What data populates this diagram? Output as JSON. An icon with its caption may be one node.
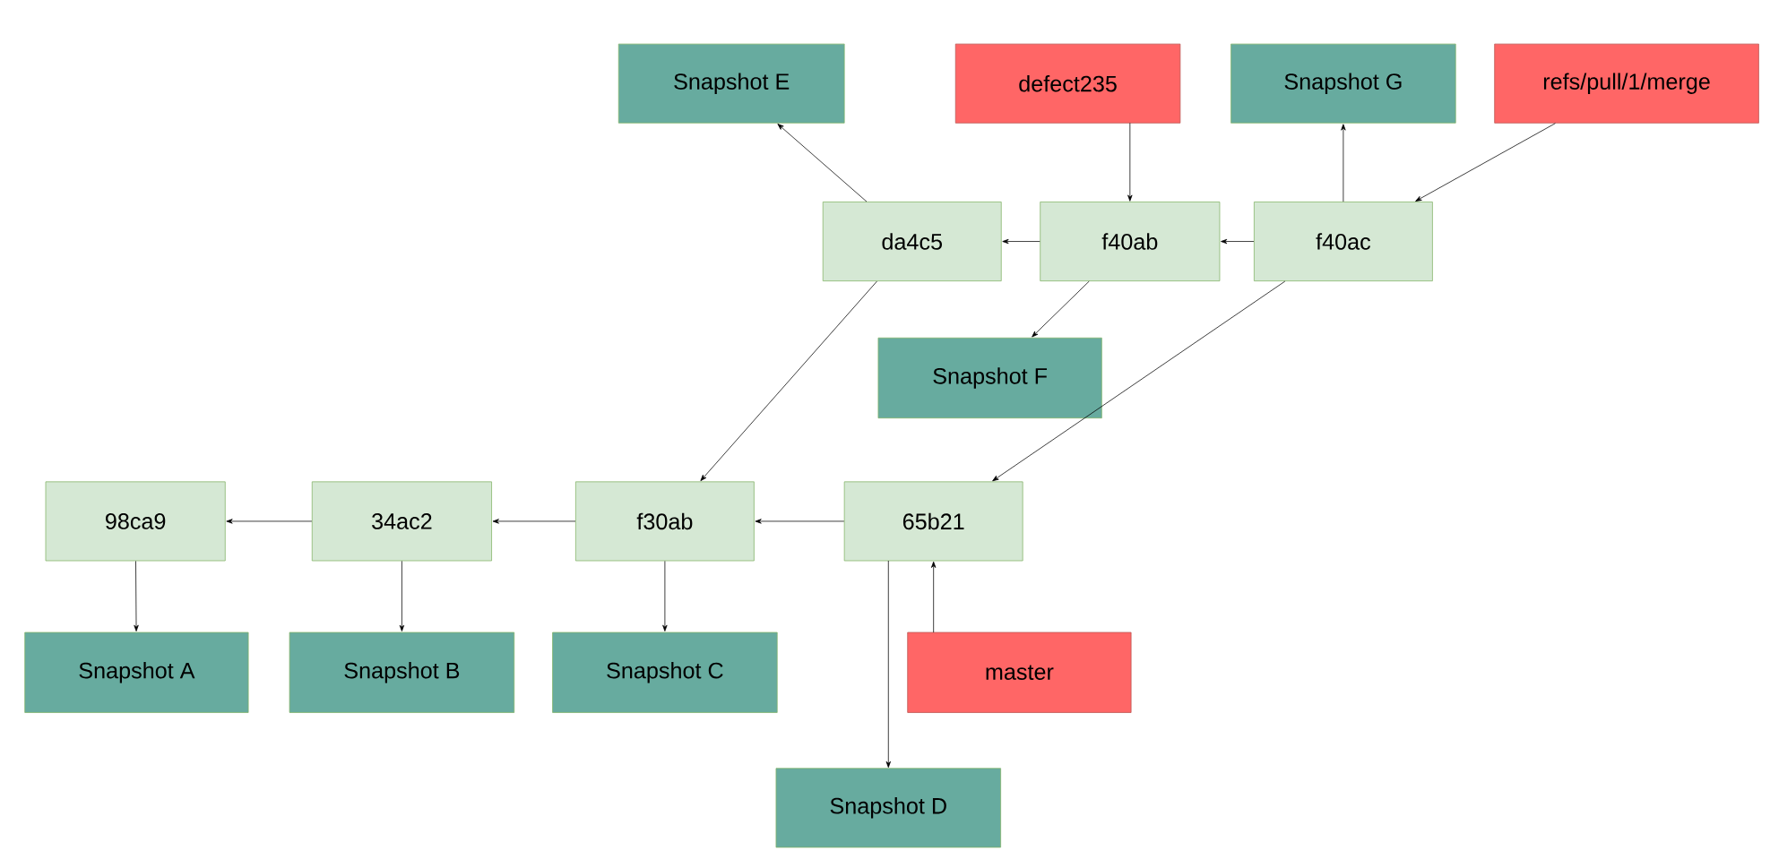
{
  "diagram": {
    "nodes": [
      {
        "text": [
          "Snapshot E"
        ]
      },
      {
        "text": [
          "defect235"
        ]
      },
      {
        "text": [
          "Snapshot G"
        ]
      },
      {
        "text": [
          "refs/pull/1/merge"
        ]
      },
      {
        "text": [
          "da4c5"
        ]
      },
      {
        "text": [
          "f40ab"
        ]
      },
      {
        "text": [
          "f40ac"
        ]
      },
      {
        "text": [
          "Snapshot F"
        ]
      },
      {
        "text": [
          "98ca9"
        ]
      },
      {
        "text": [
          "34ac2"
        ]
      },
      {
        "text": [
          "f30ab"
        ]
      },
      {
        "text": [
          "65b21"
        ]
      },
      {
        "text": [
          "Snapshot A"
        ]
      },
      {
        "text": [
          "Snapshot B"
        ]
      },
      {
        "text": [
          "Snapshot C"
        ]
      },
      {
        "text": [
          "master"
        ]
      },
      {
        "text": [
          "Snapshot D"
        ]
      }
    ],
    "edges": [
      {
        "from": 4,
        "to": 0,
        "arrow": "to"
      },
      {
        "from": 1,
        "to": 5,
        "arrow": "to"
      },
      {
        "from": 6,
        "to": 2,
        "arrow": "to"
      },
      {
        "from": 3,
        "to": 6,
        "arrow": "to"
      },
      {
        "from": 5,
        "to": 4,
        "arrow": "to"
      },
      {
        "from": 6,
        "to": 5,
        "arrow": "to"
      },
      {
        "from": 5,
        "to": 7,
        "arrow": "to"
      },
      {
        "from": 4,
        "to": 10,
        "arrow": "to"
      },
      {
        "from": 6,
        "to": 11,
        "arrow": "to"
      },
      {
        "from": 9,
        "to": 8,
        "arrow": "to"
      },
      {
        "from": 10,
        "to": 9,
        "arrow": "to"
      },
      {
        "from": 11,
        "to": 10,
        "arrow": "to"
      },
      {
        "from": 8,
        "to": 12,
        "arrow": "to"
      },
      {
        "from": 9,
        "to": 13,
        "arrow": "to"
      },
      {
        "from": 10,
        "to": 14,
        "arrow": "to"
      },
      {
        "from": 11,
        "to": 16,
        "arrow": "to"
      },
      {
        "from": 15,
        "to": 11,
        "arrow": "to"
      }
    ]
  }
}
